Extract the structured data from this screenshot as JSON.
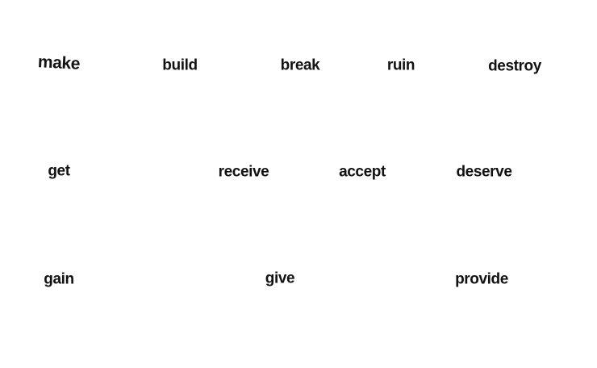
{
  "canvas": {
    "background_color": "#ffffff",
    "text_color": "#121212"
  },
  "rows": [
    {
      "words": [
        "make",
        "build",
        "break",
        "ruin",
        "destroy"
      ]
    },
    {
      "words": [
        "get",
        "receive",
        "accept",
        "deserve"
      ]
    },
    {
      "words": [
        "gain",
        "give",
        "provide"
      ]
    }
  ]
}
